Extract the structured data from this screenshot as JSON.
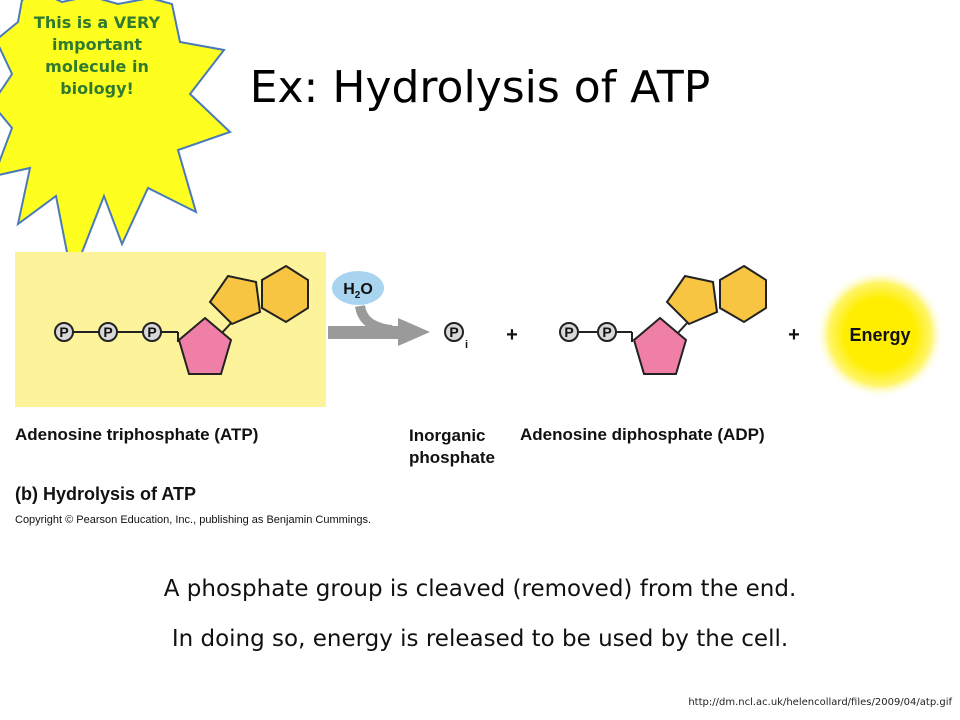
{
  "slide": {
    "title": "Ex: Hydrolysis of ATP",
    "callout": [
      "This is a VERY",
      "important",
      "molecule in",
      "biology!"
    ],
    "body_lines": [
      "A phosphate group is cleaved (removed) from the end.",
      "In doing so, energy is released to be used by the cell."
    ],
    "source_url": "http://dm.ncl.ac.uk/helencollard/files/2009/04/atp.gif"
  },
  "diagram": {
    "phosphate_symbol": "P",
    "inorganic_subscript": "i",
    "water_main": "H",
    "water_sub": "2",
    "water_tail": "O",
    "plus": "+",
    "energy": "Energy",
    "atp_label": "Adenosine triphosphate (ATP)",
    "pi_label": [
      "Inorganic",
      "phosphate"
    ],
    "adp_label": "Adenosine diphosphate (ADP)",
    "caption": "(b) Hydrolysis of ATP",
    "copyright": "Copyright © Pearson Education, Inc., publishing as Benjamin Cummings.",
    "colors": {
      "highlight": "#fdf39a",
      "base": "#f7c541",
      "sugar": "#f07fa8",
      "phosphate": "#d8d8d8",
      "water_bubble": "#a9d4ef",
      "arrow": "#9a9a9a",
      "energy_glow": "#ffee00"
    }
  }
}
